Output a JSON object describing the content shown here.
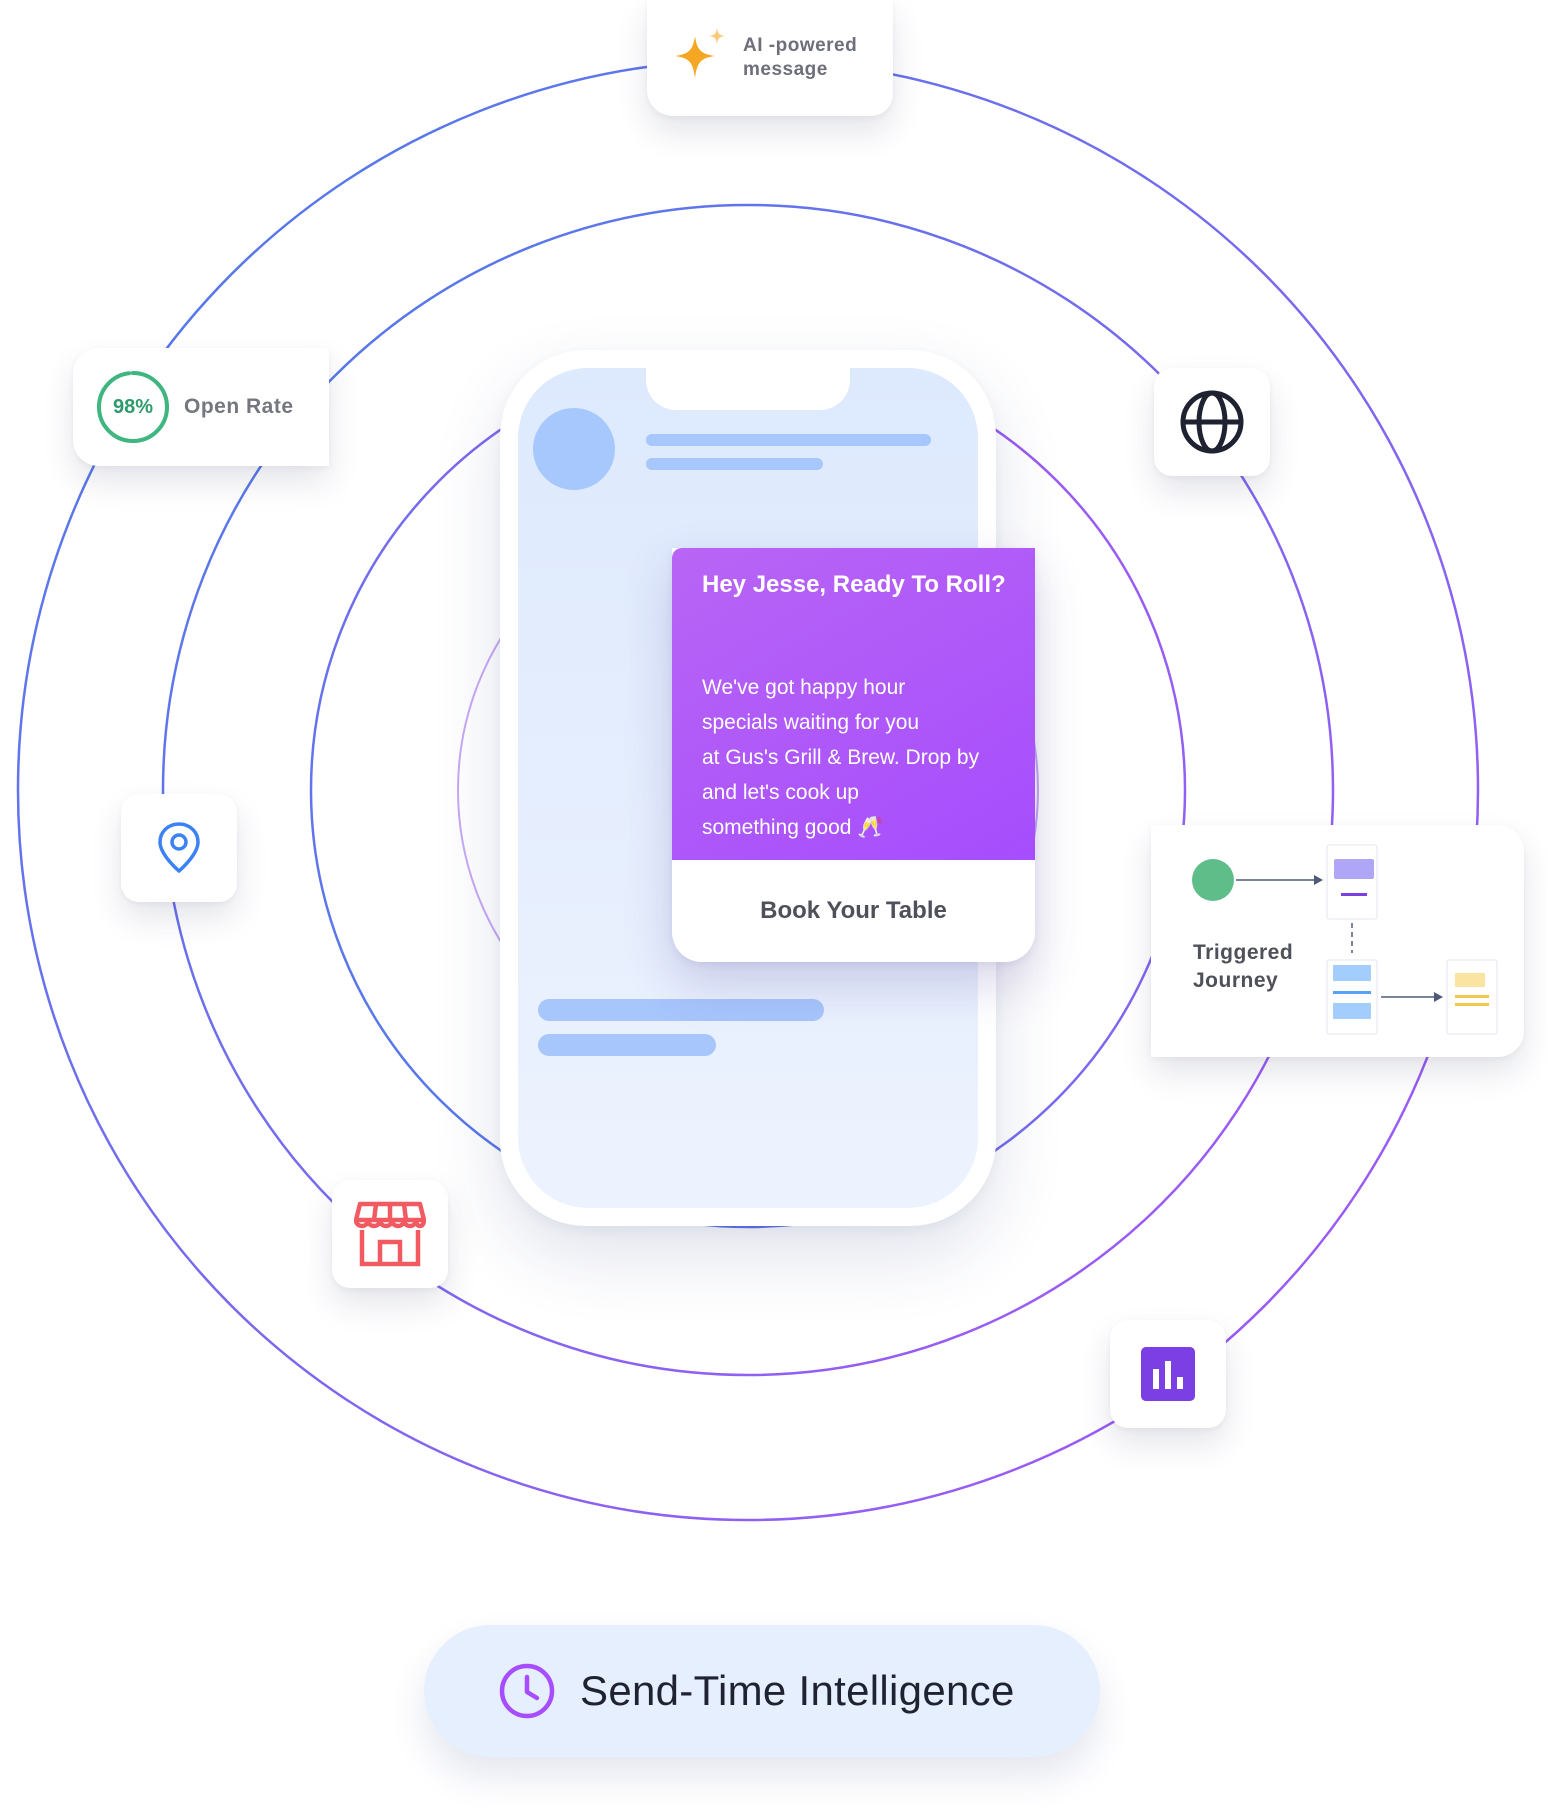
{
  "ai_card": {
    "text": "AI -powered\nmessage",
    "icon": "sparkle-icon"
  },
  "open_rate": {
    "value": "98%",
    "fraction": 0.98,
    "label": "Open Rate",
    "color": "#3fb580"
  },
  "globe_card": {
    "icon": "globe-icon"
  },
  "pin_card": {
    "icon": "location-pin-icon"
  },
  "store_card": {
    "icon": "storefront-icon",
    "color": "#f25a62"
  },
  "chart_card": {
    "icon": "bar-chart-icon",
    "color": "#7b3fe4"
  },
  "journey": {
    "label": "Triggered\nJourney",
    "start_color": "#5ebd89"
  },
  "notification": {
    "title": "Hey Jesse, Ready To Roll?",
    "body": "We've got happy hour\nspecials waiting for you\n at Gus's Grill & Brew. Drop by\nand let's cook up\n something good 🥂",
    "cta": "Book Your Table",
    "gradient": [
      "#b865f5",
      "#a64dfd"
    ]
  },
  "send_time": {
    "label": "Send-Time Intelligence",
    "icon": "clock-icon",
    "color": "#a64dfd"
  },
  "colors": {
    "ring_blue": "#4a7ee8",
    "ring_purple": "#a855f7"
  }
}
